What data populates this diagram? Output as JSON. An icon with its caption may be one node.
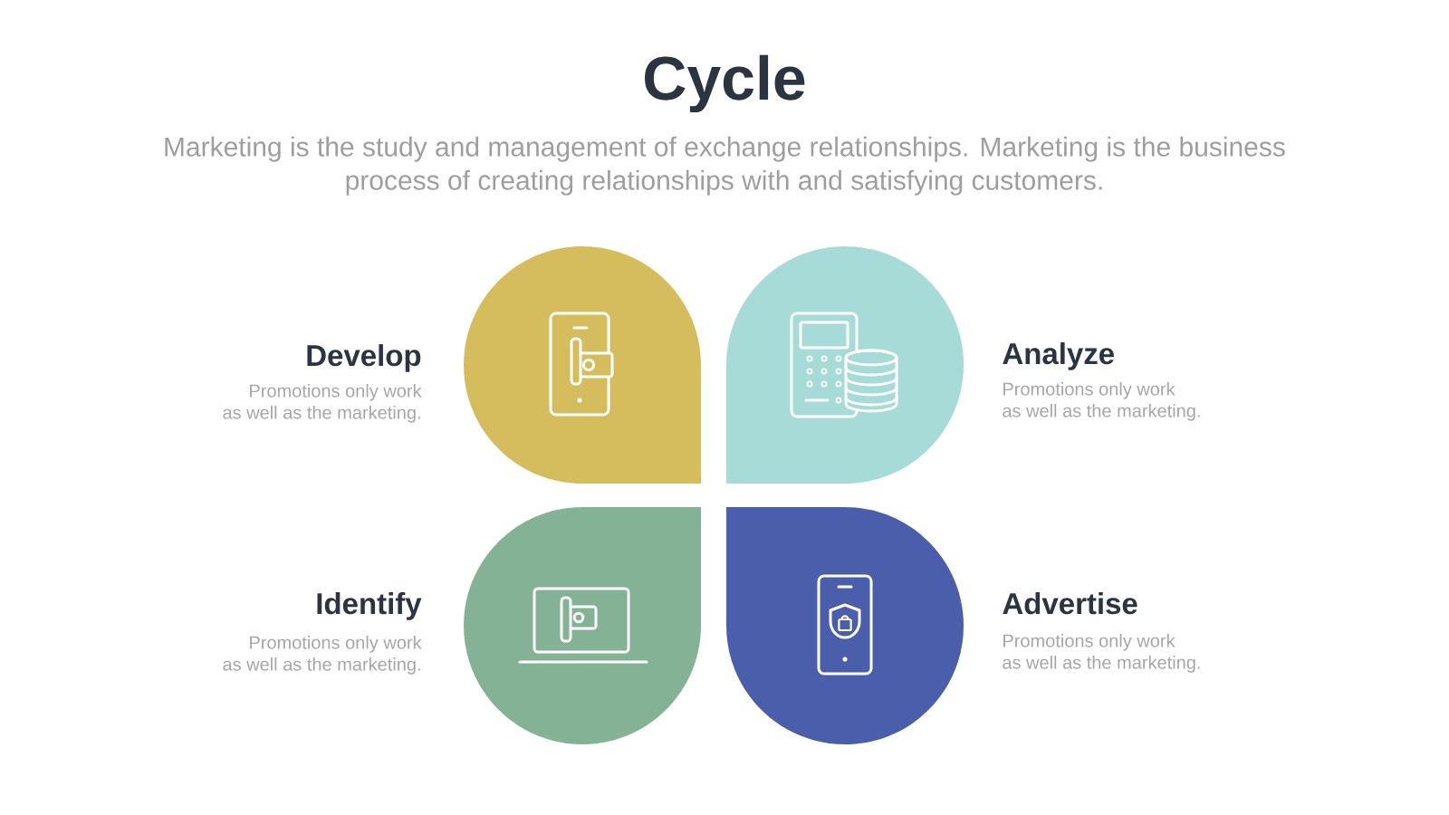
{
  "diagram": {
    "title": "Cycle",
    "nodes": [
      {
        "text": [
          "Develop",
          "Promotions only work as well as the marketing."
        ]
      },
      {
        "text": [
          "Analyze",
          "Promotions only work as well as the marketing."
        ]
      },
      {
        "text": [
          "Identify",
          "Promotions only work as well as the marketing."
        ]
      },
      {
        "text": [
          "Advertise",
          "Promotions only work as well as the marketing."
        ]
      }
    ],
    "labels": [
      "Marketing is the study and management of exchange relationships. Marketing is the business process of creating relationships with and satisfying customers."
    ]
  }
}
